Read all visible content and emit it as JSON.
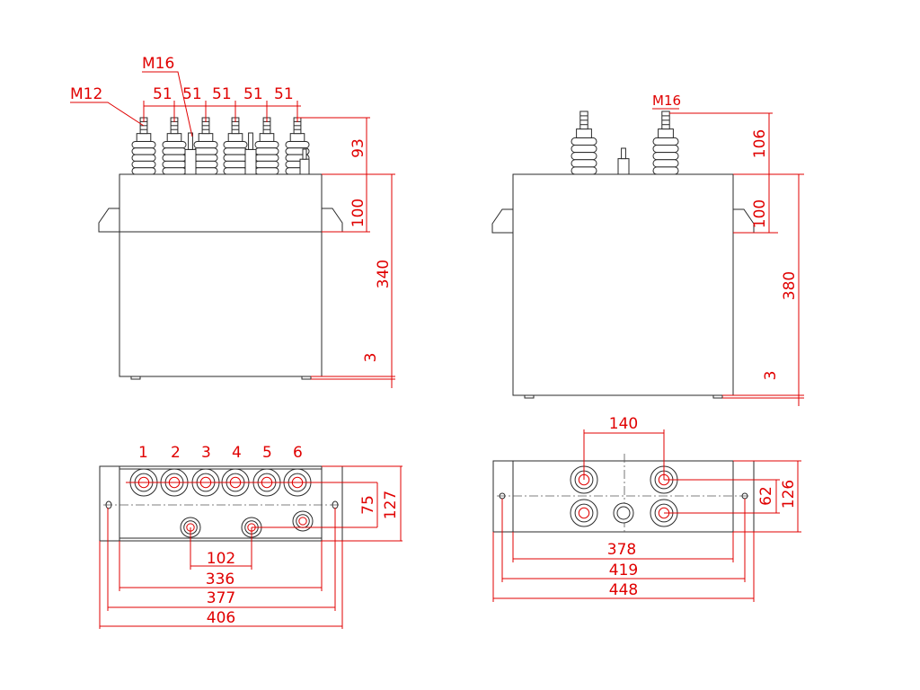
{
  "colors": {
    "dimension": "#e00000",
    "outline": "#2a2a2a",
    "background": "#ffffff"
  },
  "left_front": {
    "thread_label_a": "M12",
    "thread_label_b": "M16",
    "pitch_labels": [
      "51",
      "51",
      "51",
      "51",
      "51"
    ],
    "dim_terminal_height": "93",
    "dim_upper": "100",
    "dim_body_height": "340",
    "dim_foot": "3"
  },
  "right_front": {
    "thread_label": "M16",
    "dim_terminal_height": "106",
    "dim_upper": "100",
    "dim_body_height": "380",
    "dim_foot": "3"
  },
  "left_top": {
    "terminal_numbers": [
      "1",
      "2",
      "3",
      "4",
      "5",
      "6"
    ],
    "dim_mounting_depth": "75",
    "dim_depth": "127",
    "dim_lower_spacing": "102",
    "dim_body_width": "336",
    "dim_mount_width": "377",
    "dim_overall_width": "406"
  },
  "right_top": {
    "dim_terminal_spacing": "140",
    "dim_row_spacing": "62",
    "dim_depth": "126",
    "dim_body_width": "378",
    "dim_mount_width": "419",
    "dim_overall_width": "448"
  }
}
